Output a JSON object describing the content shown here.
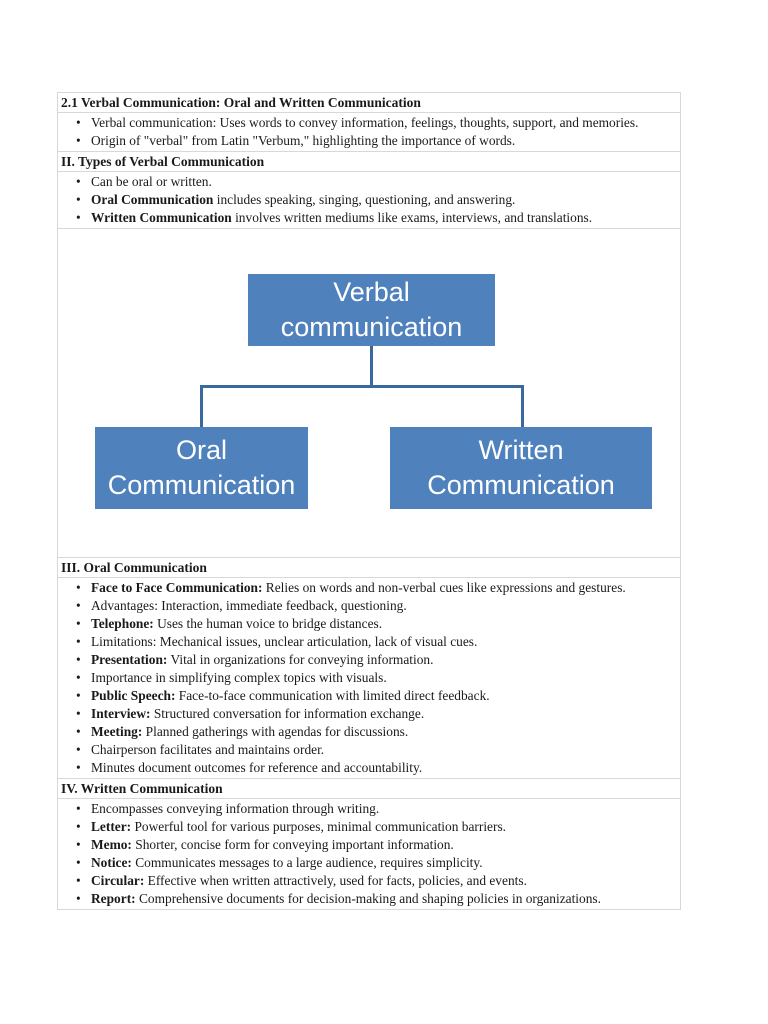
{
  "colors": {
    "page_background": "#ffffff",
    "table_border": "#d8d8d8",
    "text": "#1a1a1a",
    "diagram_box_fill": "#4f81bd",
    "diagram_connector": "#3a699f",
    "diagram_box_text": "#ffffff"
  },
  "document": {
    "sections": [
      {
        "title": "2.1 Verbal Communication: Oral and Written Communication",
        "bullets": [
          {
            "bold": "",
            "text": "Verbal communication: Uses words to convey information, feelings, thoughts, support, and memories."
          },
          {
            "bold": "",
            "text": "Origin of \"verbal\" from Latin \"Verbum,\" highlighting the importance of words."
          }
        ]
      },
      {
        "title": "II. Types of Verbal Communication",
        "bullets": [
          {
            "bold": "",
            "text": "Can be oral or written."
          },
          {
            "bold": "Oral Communication",
            "text": " includes speaking, singing, questioning, and answering."
          },
          {
            "bold": "Written Communication",
            "text": " involves written mediums like exams, interviews, and translations."
          }
        ]
      },
      {
        "title": "III. Oral Communication",
        "bullets": [
          {
            "bold": "Face to Face Communication:",
            "text": " Relies on words and non-verbal cues like expressions and gestures."
          },
          {
            "bold": "",
            "text": "Advantages: Interaction, immediate feedback, questioning."
          },
          {
            "bold": "Telephone:",
            "text": " Uses the human voice to bridge distances."
          },
          {
            "bold": "",
            "text": "Limitations: Mechanical issues, unclear articulation, lack of visual cues."
          },
          {
            "bold": "Presentation:",
            "text": " Vital in organizations for conveying information."
          },
          {
            "bold": "",
            "text": "Importance in simplifying complex topics with visuals."
          },
          {
            "bold": "Public Speech:",
            "text": " Face-to-face communication with limited direct feedback."
          },
          {
            "bold": "Interview:",
            "text": " Structured conversation for information exchange."
          },
          {
            "bold": "Meeting:",
            "text": " Planned gatherings with agendas for discussions."
          },
          {
            "bold": "",
            "text": "Chairperson facilitates and maintains order."
          },
          {
            "bold": "",
            "text": "Minutes document outcomes for reference and accountability."
          }
        ]
      },
      {
        "title": "IV. Written Communication",
        "bullets": [
          {
            "bold": "",
            "text": "Encompasses conveying information through writing."
          },
          {
            "bold": "Letter:",
            "text": " Powerful tool for various purposes, minimal communication barriers."
          },
          {
            "bold": "Memo:",
            "text": " Shorter, concise form for conveying important information."
          },
          {
            "bold": "Notice:",
            "text": " Communicates messages to a large audience, requires simplicity."
          },
          {
            "bold": "Circular:",
            "text": " Effective when written attractively, used for facts, policies, and events."
          },
          {
            "bold": "Report:",
            "text": " Comprehensive documents for decision-making and shaping policies in organizations."
          }
        ]
      }
    ],
    "diagram": {
      "root": "Verbal communication",
      "child_left": "Oral Communication",
      "child_right": "Written Communication"
    }
  }
}
